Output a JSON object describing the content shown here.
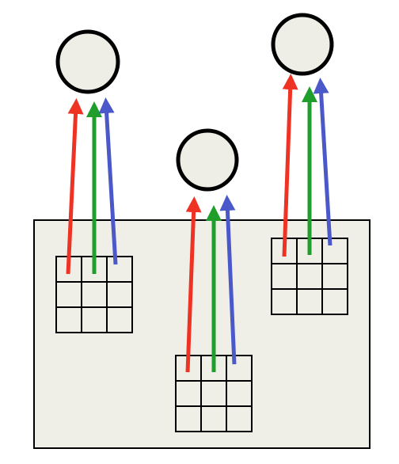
{
  "diagram": {
    "colors": {
      "background": "#ffffff",
      "panel_fill": "#f0efe7",
      "node_fill": "#efeee6",
      "outline": "#000000",
      "red": "#ee3224",
      "green": "#1f9e2c",
      "blue": "#4a58c9"
    },
    "node_count": 3,
    "filter_grid_rows": 3,
    "filter_grid_cols": 3,
    "arrow_channels": [
      "red",
      "green",
      "blue"
    ]
  }
}
